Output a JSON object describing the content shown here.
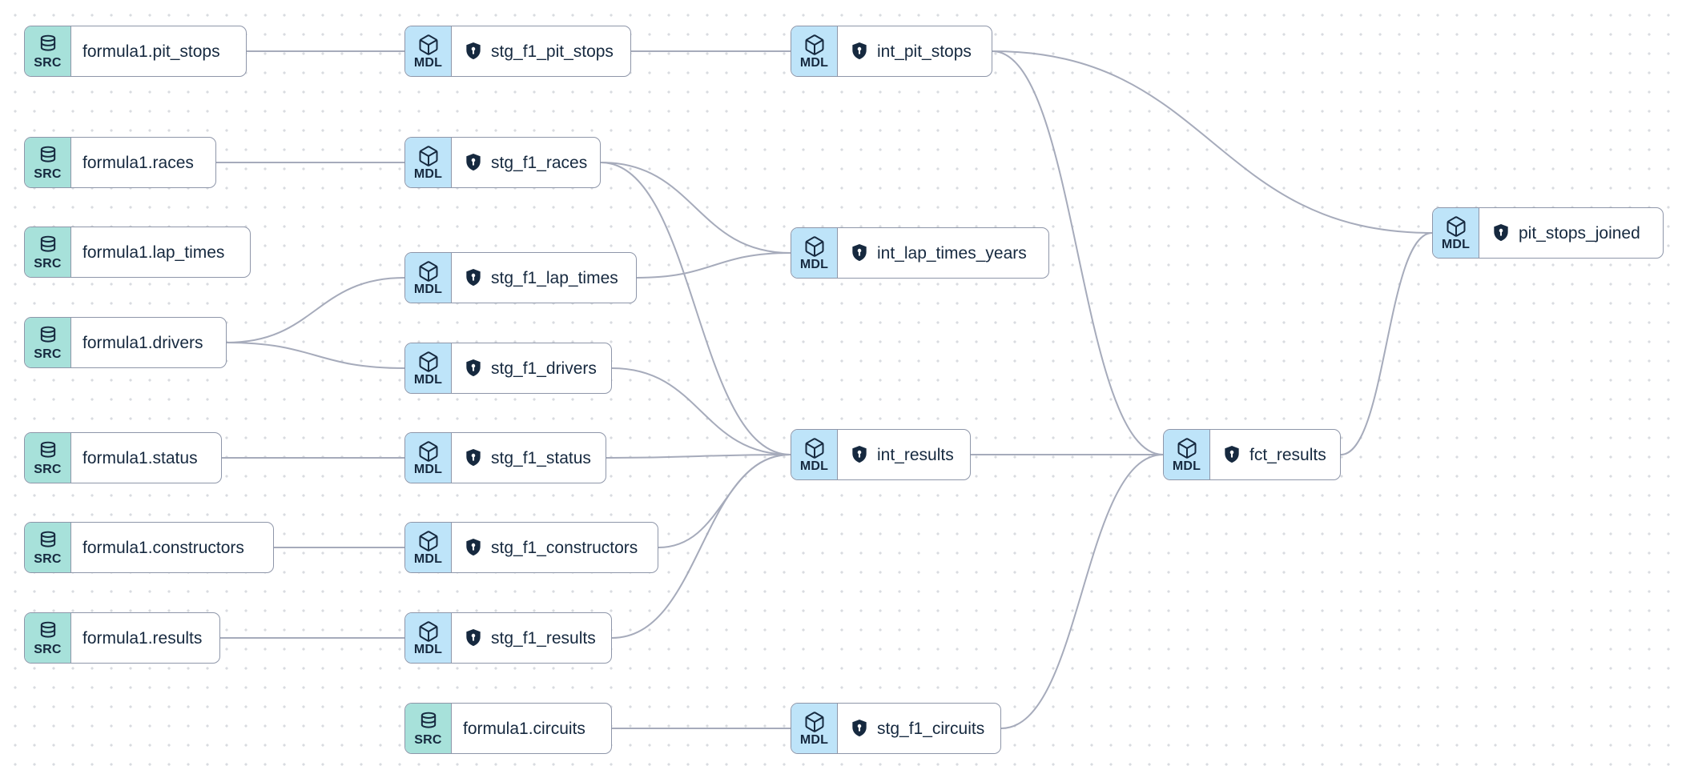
{
  "app": {
    "view": "lineage-graph"
  },
  "badges": {
    "source": "SRC",
    "model": "MDL"
  },
  "colors": {
    "source_badge": "#a7e1da",
    "model_badge": "#bee4f9",
    "node_border": "#8e96a9",
    "edge": "#a6abbb",
    "text": "#16293f",
    "grid_dot": "#d9dbe0",
    "background": "#ffffff"
  },
  "icons": {
    "source_badge": "database-icon",
    "model_badge": "cube-icon",
    "model_access": "shield-lock-icon"
  },
  "nodes": [
    {
      "id": "src_pit_stops",
      "kind": "source",
      "label": "formula1.pit_stops"
    },
    {
      "id": "src_races",
      "kind": "source",
      "label": "formula1.races"
    },
    {
      "id": "src_lap_times",
      "kind": "source",
      "label": "formula1.lap_times"
    },
    {
      "id": "src_drivers",
      "kind": "source",
      "label": "formula1.drivers"
    },
    {
      "id": "src_status",
      "kind": "source",
      "label": "formula1.status"
    },
    {
      "id": "src_constructors",
      "kind": "source",
      "label": "formula1.constructors"
    },
    {
      "id": "src_results",
      "kind": "source",
      "label": "formula1.results"
    },
    {
      "id": "src_circuits",
      "kind": "source",
      "label": "formula1.circuits"
    },
    {
      "id": "stg_f1_pit_stops",
      "kind": "model",
      "label": "stg_f1_pit_stops"
    },
    {
      "id": "stg_f1_races",
      "kind": "model",
      "label": "stg_f1_races"
    },
    {
      "id": "stg_f1_lap_times",
      "kind": "model",
      "label": "stg_f1_lap_times"
    },
    {
      "id": "stg_f1_drivers",
      "kind": "model",
      "label": "stg_f1_drivers"
    },
    {
      "id": "stg_f1_status",
      "kind": "model",
      "label": "stg_f1_status"
    },
    {
      "id": "stg_f1_constructors",
      "kind": "model",
      "label": "stg_f1_constructors"
    },
    {
      "id": "stg_f1_results",
      "kind": "model",
      "label": "stg_f1_results"
    },
    {
      "id": "int_pit_stops",
      "kind": "model",
      "label": "int_pit_stops"
    },
    {
      "id": "int_lap_times_years",
      "kind": "model",
      "label": "int_lap_times_years"
    },
    {
      "id": "int_results",
      "kind": "model",
      "label": "int_results"
    },
    {
      "id": "stg_f1_circuits",
      "kind": "model",
      "label": "stg_f1_circuits"
    },
    {
      "id": "fct_results",
      "kind": "model",
      "label": "fct_results"
    },
    {
      "id": "pit_stops_joined",
      "kind": "model",
      "label": "pit_stops_joined"
    }
  ],
  "edges": [
    {
      "from": "src_pit_stops",
      "to": "stg_f1_pit_stops"
    },
    {
      "from": "stg_f1_pit_stops",
      "to": "int_pit_stops"
    },
    {
      "from": "int_pit_stops",
      "to": "pit_stops_joined"
    },
    {
      "from": "int_pit_stops",
      "to": "fct_results"
    },
    {
      "from": "src_races",
      "to": "stg_f1_races"
    },
    {
      "from": "stg_f1_races",
      "to": "int_lap_times_years"
    },
    {
      "from": "stg_f1_races",
      "to": "int_results"
    },
    {
      "from": "src_drivers",
      "to": "stg_f1_lap_times"
    },
    {
      "from": "src_drivers",
      "to": "stg_f1_drivers"
    },
    {
      "from": "stg_f1_lap_times",
      "to": "int_lap_times_years"
    },
    {
      "from": "stg_f1_drivers",
      "to": "int_results"
    },
    {
      "from": "src_status",
      "to": "stg_f1_status"
    },
    {
      "from": "stg_f1_status",
      "to": "int_results"
    },
    {
      "from": "src_constructors",
      "to": "stg_f1_constructors"
    },
    {
      "from": "stg_f1_constructors",
      "to": "int_results"
    },
    {
      "from": "src_results",
      "to": "stg_f1_results"
    },
    {
      "from": "stg_f1_results",
      "to": "int_results"
    },
    {
      "from": "int_results",
      "to": "fct_results"
    },
    {
      "from": "src_circuits",
      "to": "stg_f1_circuits"
    },
    {
      "from": "stg_f1_circuits",
      "to": "fct_results"
    },
    {
      "from": "fct_results",
      "to": "pit_stops_joined"
    }
  ]
}
